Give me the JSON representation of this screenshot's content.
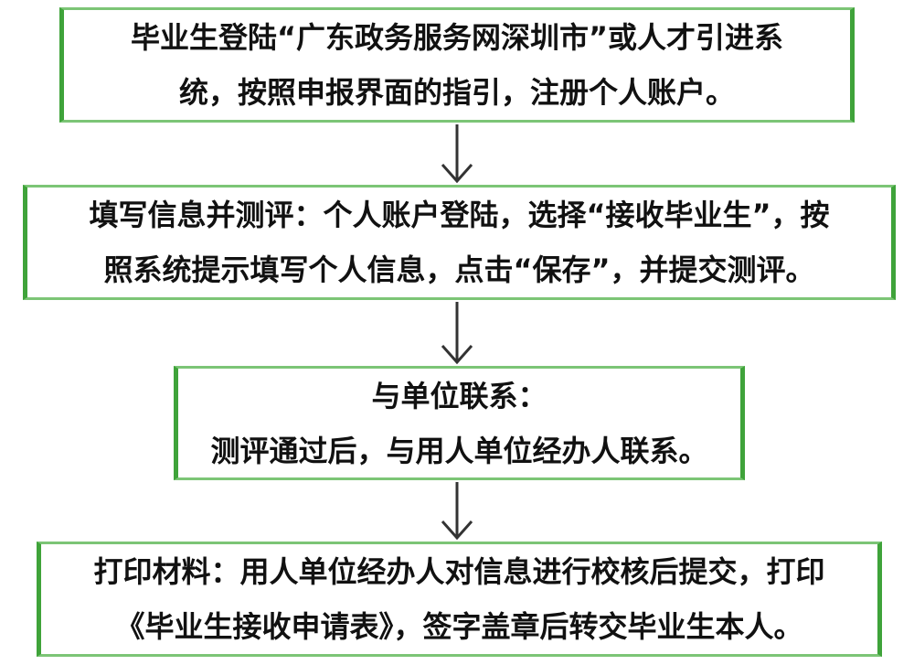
{
  "flow": {
    "steps": [
      {
        "lines": [
          "毕业生登陆“广东政务服务网深圳市”或人才引进系",
          "统，按照申报界面的指引，注册个人账户。"
        ]
      },
      {
        "lines": [
          "填写信息并测评：个人账户登陆，选择“接收毕业生”，按",
          "照系统提示填写个人信息，点击“保存”，并提交测评。"
        ]
      },
      {
        "lines": [
          "与单位联系：",
          "测评通过后，与用人单位经办人联系。"
        ]
      },
      {
        "lines": [
          "打印材料：用人单位经办人对信息进行校核后提交，打印",
          "《毕业生接收申请表》，签字盖章后转交毕业生本人。"
        ]
      }
    ],
    "colors": {
      "border_dark": "#3fa33a",
      "border_light": "#7cc576",
      "arrow": "#333333",
      "text": "#111111"
    }
  }
}
